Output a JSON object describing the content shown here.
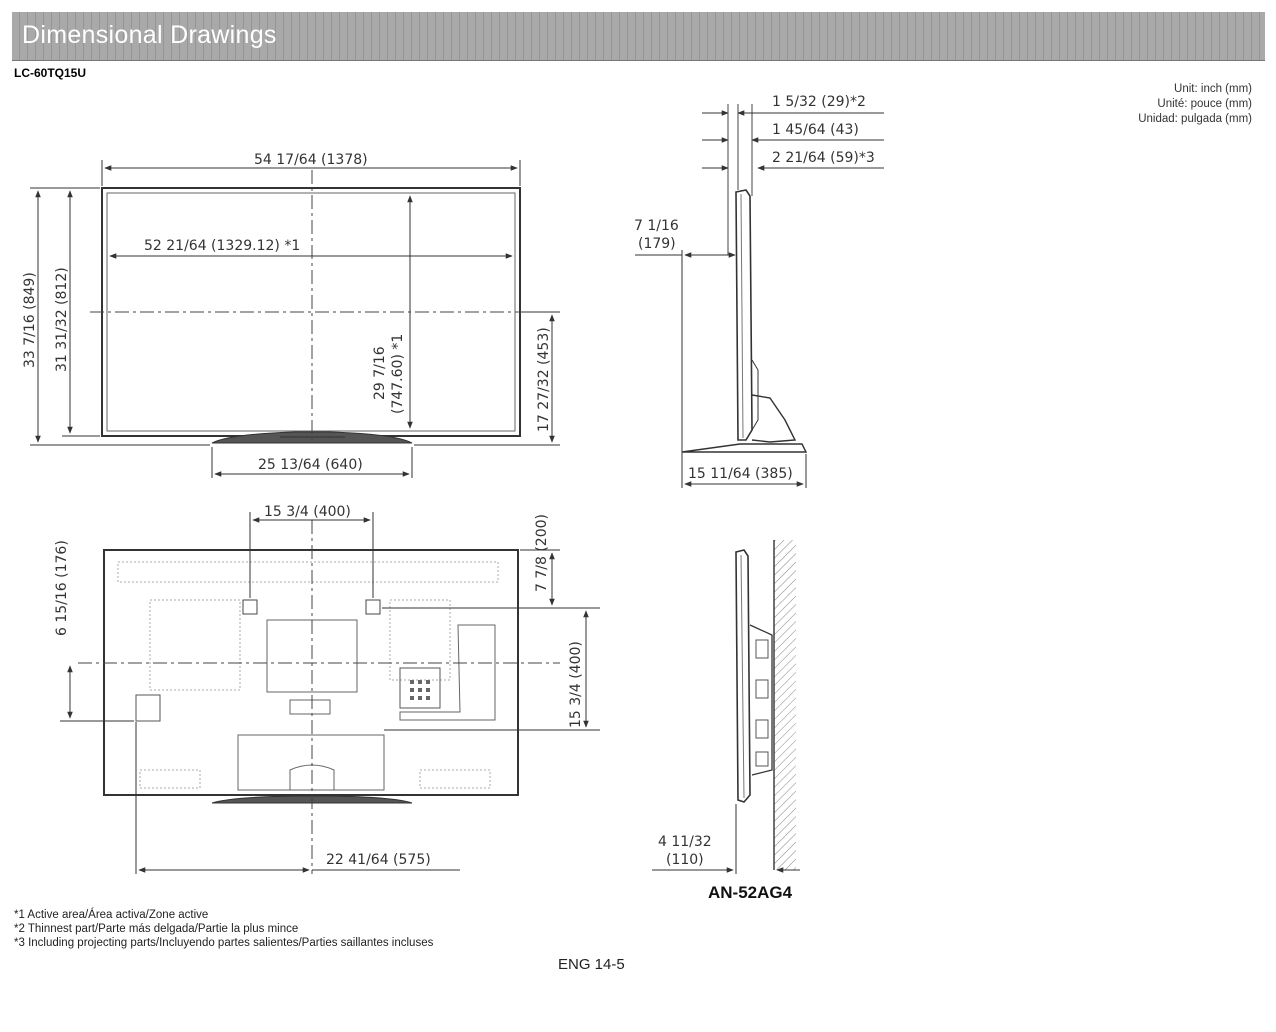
{
  "header": {
    "title": "Dimensional Drawings"
  },
  "model": "LC-60TQ15U",
  "units": [
    "Unit: inch (mm)",
    "Unité: pouce (mm)",
    "Unidad: pulgada (mm)"
  ],
  "front": {
    "width_overall": "54 17/64 (1378)",
    "width_active": "52 21/64 (1329.12) *1",
    "height_overall": "33 7/16 (849)",
    "height_no_stand": "31 31/32 (812)",
    "height_active_a": "29 7/16",
    "height_active_b": "(747.60) *1",
    "center_height": "17 27/32 (453)",
    "stand_width": "25 13/64 (640)"
  },
  "side": {
    "d1": "1 5/32 (29)*2",
    "d2": "1 45/64 (43)",
    "d3": "2 21/64 (59)*3",
    "depth_a": "7 1/16",
    "depth_b": "(179)",
    "stand_depth": "15 11/64 (385)"
  },
  "rear": {
    "vesa_width": "15 3/4 (400)",
    "top_to_vesa": "7 7/8 (200)",
    "vesa_height": "15 3/4 (400)",
    "center_to_jack": "6 15/16 (176)",
    "side_offset": "22 41/64 (575)"
  },
  "wall": {
    "distance_a": "4 11/32",
    "distance_b": "(110)",
    "bracket": "AN-52AG4"
  },
  "notes": [
    "*1 Active area/Área activa/Zone active",
    "*2 Thinnest part/Parte más delgada/Partie la plus mince",
    "*3 Including projecting parts/Incluyendo partes salientes/Parties saillantes incluses"
  ],
  "page": "ENG 14-5"
}
